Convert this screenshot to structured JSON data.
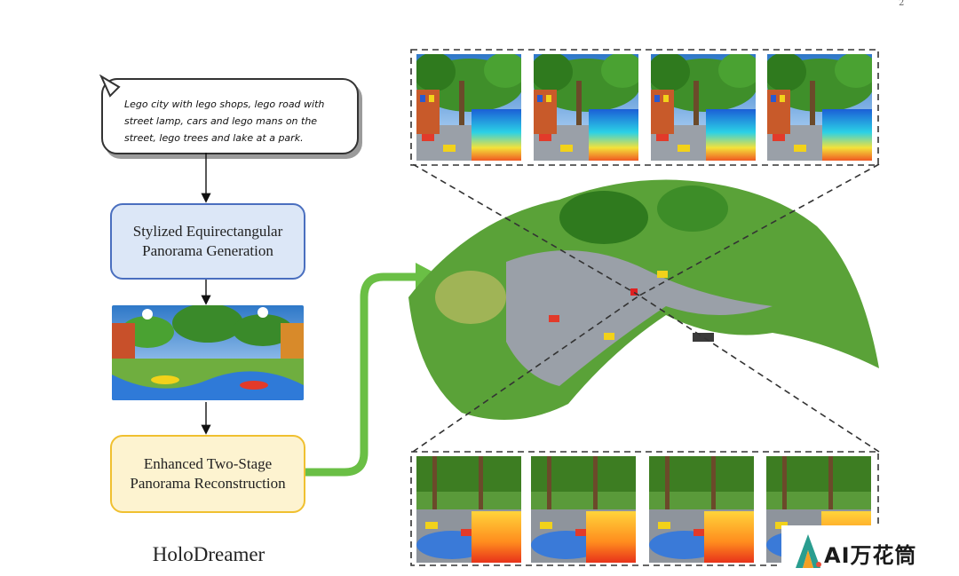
{
  "page_number": "2",
  "prompt_text": "Lego city with lego shops, lego road with street lamp, cars and lego mans on the street, lego trees and lake at a park.",
  "step1_label": "Stylized Equirectangular Panorama Generation",
  "step2_label": "Enhanced Two-Stage Panorama Reconstruction",
  "method_name": "HoloDreamer",
  "watermark": {
    "text": "AI万花筒"
  },
  "colors": {
    "step1_border": "#4a6fbf",
    "step1_fill": "#dce7f7",
    "step2_border": "#f0c030",
    "step2_fill": "#fdf3d0",
    "arrow_green": "#6abf45"
  }
}
